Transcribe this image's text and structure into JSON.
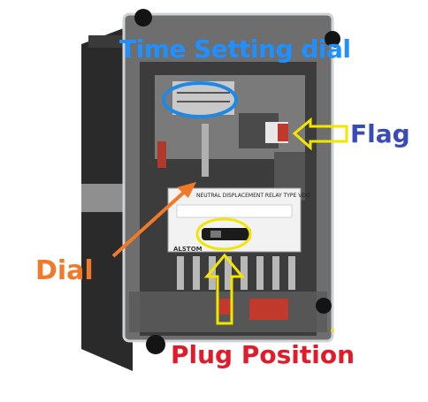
{
  "annotations": {
    "time_setting_dial": "Time Setting dial",
    "flag": "Flag",
    "dial": "Dial",
    "plug_position": "Plug Position"
  },
  "nameplate": {
    "title": "NEUTRAL DISPLACEMENT RELAY TYPE VDG",
    "brand": "ALSTOM"
  },
  "colors": {
    "time_setting_label": "#1e90ff",
    "flag_label": "#3a4bb5",
    "dial_label": "#f07a2a",
    "plug_label": "#e01b2a",
    "highlight_ellipse": "#1e88e5",
    "flag_arrow": "#f2e500",
    "dial_arrow": "#f07a2a",
    "plug_arrow": "#f2e500"
  }
}
